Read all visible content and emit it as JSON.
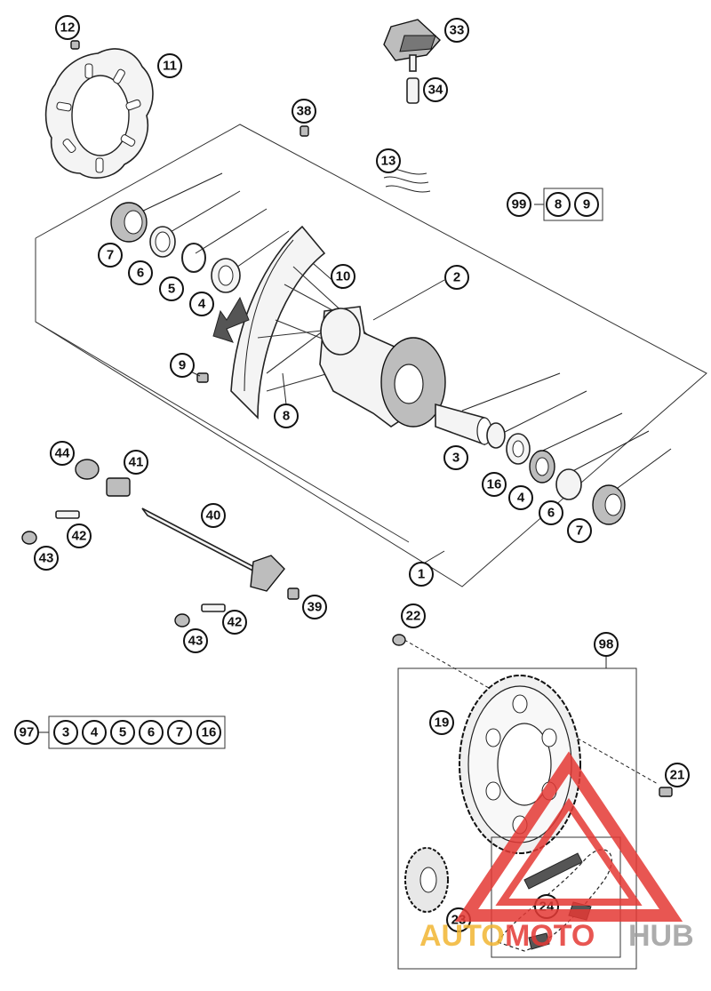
{
  "callouts": {
    "c1": "1",
    "c2": "2",
    "c3a": "3",
    "c3b": "3",
    "c4a": "4",
    "c4b": "4",
    "c4c": "4",
    "c5a": "5",
    "c5b": "5",
    "c6a": "6",
    "c6b": "6",
    "c6c": "6",
    "c7a": "7",
    "c7b": "7",
    "c7c": "7",
    "c8a": "8",
    "c8b": "8",
    "c9a": "9",
    "c9b": "9",
    "c10": "10",
    "c11": "11",
    "c12": "12",
    "c13": "13",
    "c16a": "16",
    "c16b": "16",
    "c19": "19",
    "c21": "21",
    "c22": "22",
    "c23": "23",
    "c24": "24",
    "c33": "33",
    "c34": "34",
    "c38": "38",
    "c39": "39",
    "c40": "40",
    "c41": "41",
    "c42a": "42",
    "c42b": "42",
    "c43a": "43",
    "c43b": "43",
    "c44": "44",
    "c97": "97",
    "c98": "98",
    "c99": "99"
  },
  "watermark": {
    "auto": "AUTO",
    "moto": "MOTO",
    "hub": "HUB",
    "accent_color": "#e53935",
    "gold_color": "#f2b632",
    "grey_color": "#9e9e9e"
  }
}
